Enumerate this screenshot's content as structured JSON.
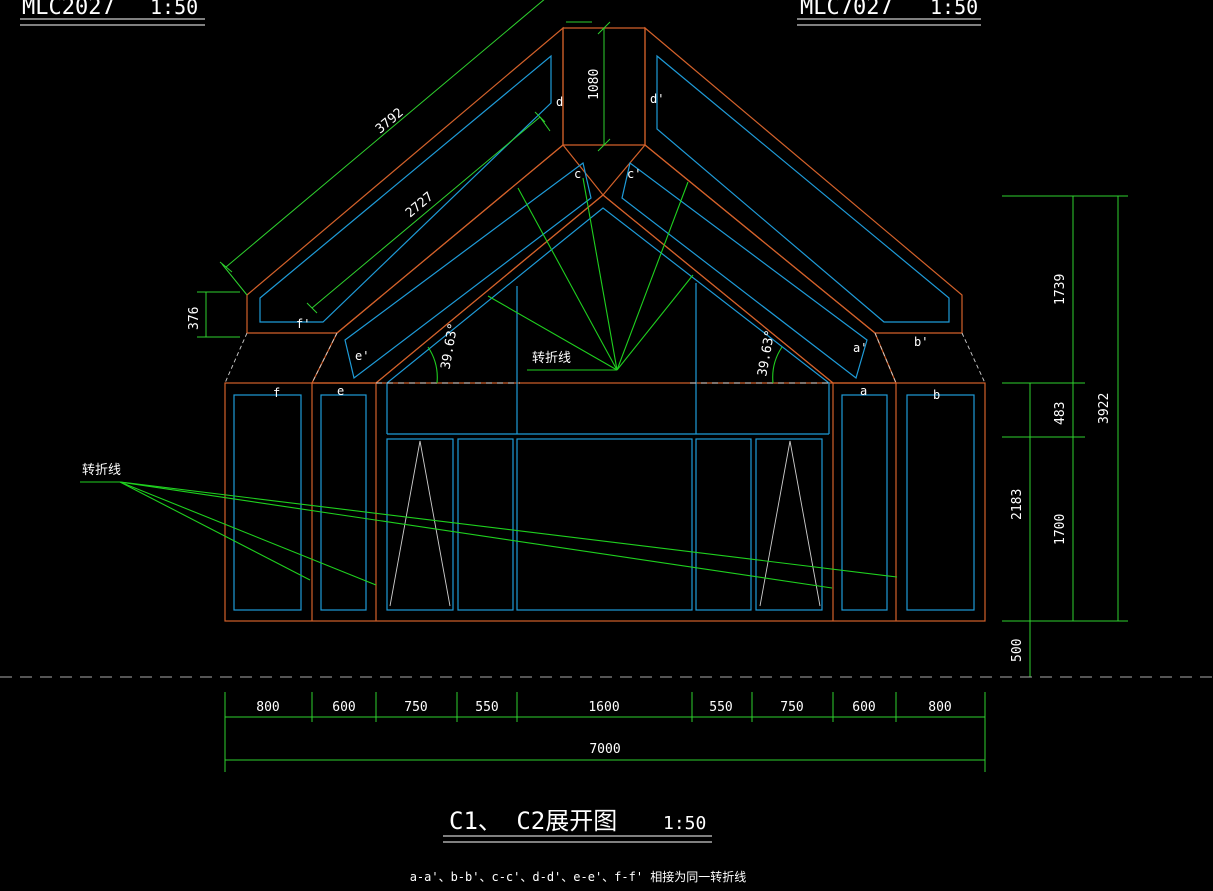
{
  "header": {
    "left_code": "MLC2027",
    "left_scale": "1:50",
    "right_code": "MLC7027",
    "right_scale": "1:50"
  },
  "title": {
    "main": "C1、 C2展开图",
    "scale": "1:50",
    "note": "a-a'、b-b'、c-c'、d-d'、e-e'、f-f' 相接为同一转折线"
  },
  "labels": {
    "fold_line": "转折线",
    "angle": "39.63°",
    "a": "a",
    "a2": "a'",
    "b": "b",
    "b2": "b'",
    "c": "c",
    "c2": "c'",
    "d": "d",
    "d2": "d'",
    "e": "e",
    "e2": "e'",
    "f": "f",
    "f2": "f'"
  },
  "dimensions": {
    "bottom": [
      "800",
      "600",
      "750",
      "550",
      "1600",
      "550",
      "750",
      "600",
      "800"
    ],
    "total": "7000",
    "slope_outer": "3792",
    "slope_inner": "2727",
    "top_width": "1080",
    "eave": "376",
    "right_outer": [
      "1739",
      "3922"
    ],
    "right_inner": [
      "483",
      "1700",
      "2183",
      "500"
    ]
  }
}
